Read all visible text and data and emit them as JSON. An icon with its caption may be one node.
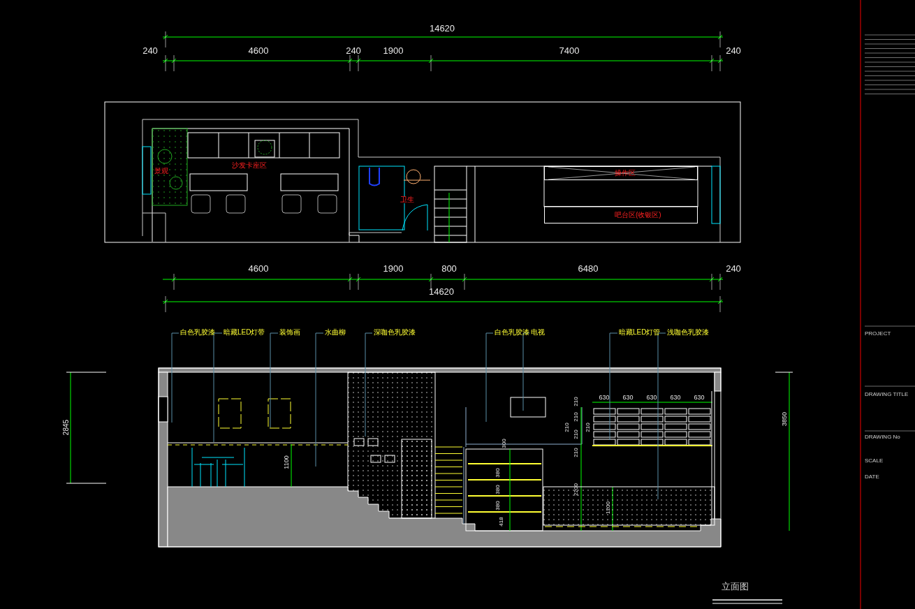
{
  "diagram": {
    "nodes": [
      {
        "text": [
          "白色乳胶漆"
        ]
      },
      {
        "text": [
          "暗藏LED灯带"
        ]
      },
      {
        "text": [
          "装饰画"
        ]
      },
      {
        "text": [
          "水曲柳"
        ]
      },
      {
        "text": [
          "深咖色乳胶漆"
        ]
      },
      {
        "text": [
          "白色乳胶漆"
        ]
      },
      {
        "text": [
          "电视"
        ]
      },
      {
        "text": [
          "暗藏LED灯管"
        ]
      },
      {
        "text": [
          "浅咖色乳胶漆"
        ]
      },
      {
        "text": [
          "操作区"
        ]
      },
      {
        "text": [
          "吧台区(收银区)"
        ]
      }
    ],
    "edges": [
      {
        "from": 0,
        "to": null,
        "arrow": "none"
      },
      {
        "from": 1,
        "to": null,
        "arrow": "none"
      },
      {
        "from": 2,
        "to": null,
        "arrow": "none"
      },
      {
        "from": 3,
        "to": null,
        "arrow": "none"
      },
      {
        "from": 4,
        "to": null,
        "arrow": "none"
      },
      {
        "from": 5,
        "to": null,
        "arrow": "none"
      },
      {
        "from": 6,
        "to": null,
        "arrow": "none"
      },
      {
        "from": 7,
        "to": null,
        "arrow": "none"
      },
      {
        "from": 8,
        "to": null,
        "arrow": "none"
      }
    ],
    "labels": [
      "14620",
      "240",
      "4600",
      "240",
      "1900",
      "7400",
      "240",
      "景观",
      "沙发卡座区",
      "卫生",
      "4600",
      "1900",
      "800",
      "6480",
      "240",
      "14620",
      "2845",
      "1100",
      "630",
      "630",
      "630",
      "630",
      "630",
      "210",
      "210",
      "210",
      "210",
      "210",
      "210",
      "2200",
      "1200",
      "300",
      "380",
      "380",
      "380",
      "418",
      "3850",
      "PROJECT",
      "DRAWING TITLE",
      "DRAWING No",
      "SCALE",
      "DATE",
      "立面图"
    ]
  }
}
